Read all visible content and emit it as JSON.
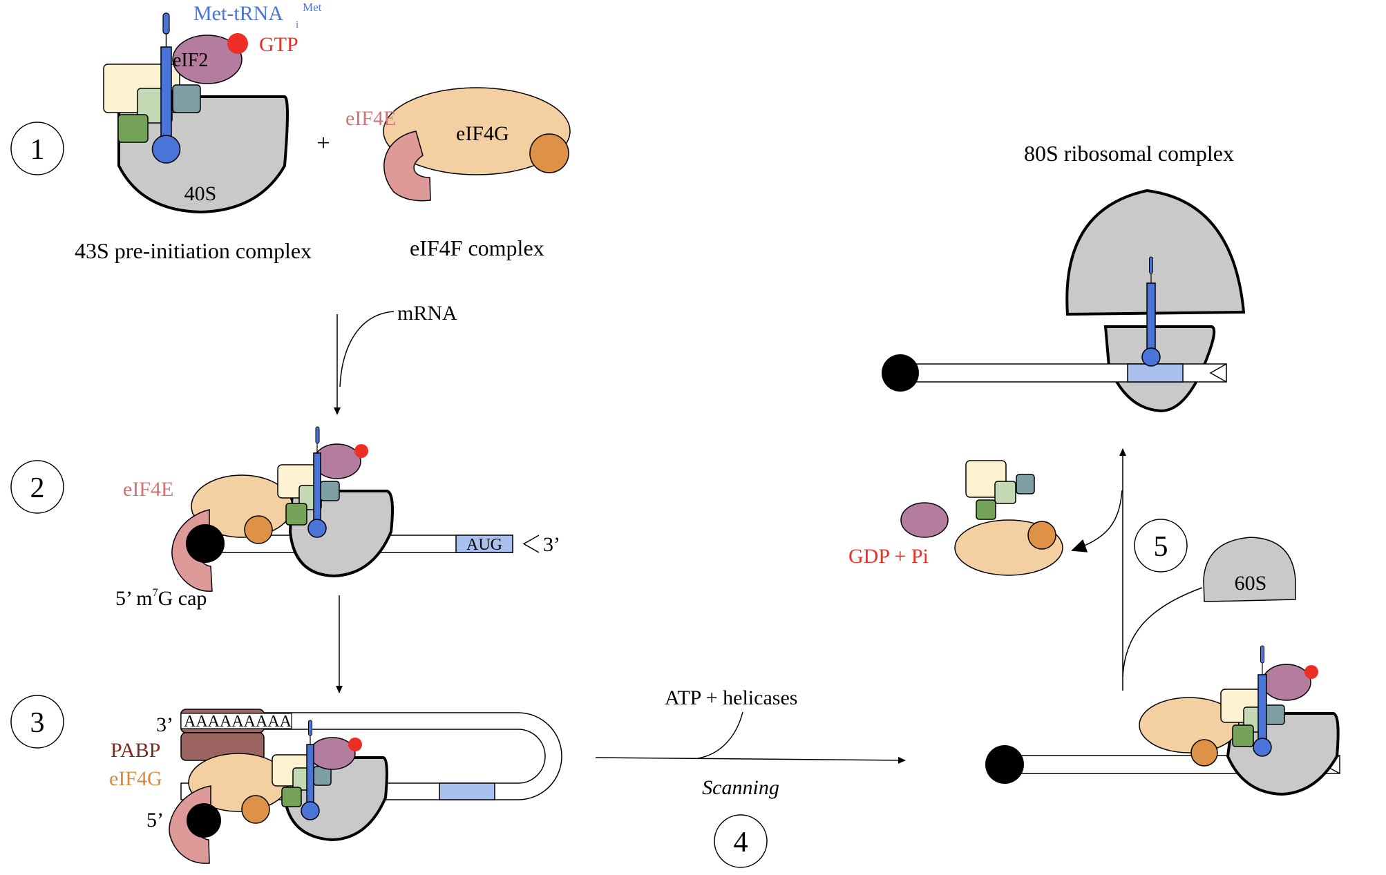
{
  "step_numbers": {
    "s1": "1",
    "s2": "2",
    "s3": "3",
    "s4": "4",
    "s5": "5"
  },
  "labels": {
    "met_trna": "Met-tRNA",
    "met_trna_sub": "i",
    "met_trna_sup": "Met",
    "gtp": "GTP",
    "eif2": "eIF2",
    "ribosome_40s": "40S",
    "plus": "+",
    "eif4e": "eIF4E",
    "eif4g": "eIF4G",
    "complex_43s": "43S pre-initiation complex",
    "complex_eif4f": "eIF4F complex",
    "mrna": "mRNA",
    "aug": "AUG",
    "three_prime": "3’",
    "five_prime": "5’",
    "cap_a": "5’ m",
    "cap_sup": "7",
    "cap_b": "G cap",
    "poly_a": "AAAAAAAAA",
    "pabp": "PABP",
    "atp_helicases": "ATP + helicases",
    "scanning": "Scanning",
    "gdp_pi": "GDP + Pi",
    "ribosome_60s": "60S",
    "complex_80s": "80S ribosomal complex"
  },
  "colors": {
    "trna_blue": "#4a74d8",
    "gtp_red": "#ee2e24",
    "eif2_purple": "#b47c9e",
    "eif4e_pink": "#dd9a98",
    "eif4g_peach": "#f3cfa2",
    "eif4g_dot": "#dd9248",
    "ribosome_gray": "#c9c9c9",
    "pabp_brown": "#9d6562",
    "aug_blue": "#a9c0ee",
    "factor_cream": "#fdf3d3",
    "factor_sage": "#c3dab5",
    "factor_teal": "#7f9fa6",
    "factor_green": "#75a359",
    "pabp_label": "#7a2a1e",
    "eif4g_label": "#d98a3b"
  },
  "icons": [
    "step-number-circle",
    "ribosome-shape",
    "trna-stick",
    "cap-dot",
    "arrow"
  ]
}
